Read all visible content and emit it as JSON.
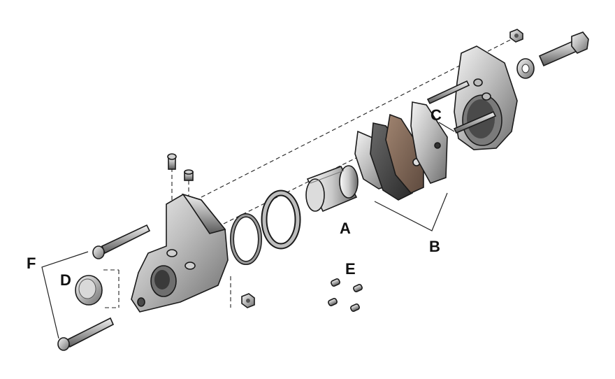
{
  "diagram": {
    "callouts": {
      "a": "A",
      "b": "B",
      "c": "C",
      "d": "D",
      "e": "E",
      "f": "F"
    }
  }
}
